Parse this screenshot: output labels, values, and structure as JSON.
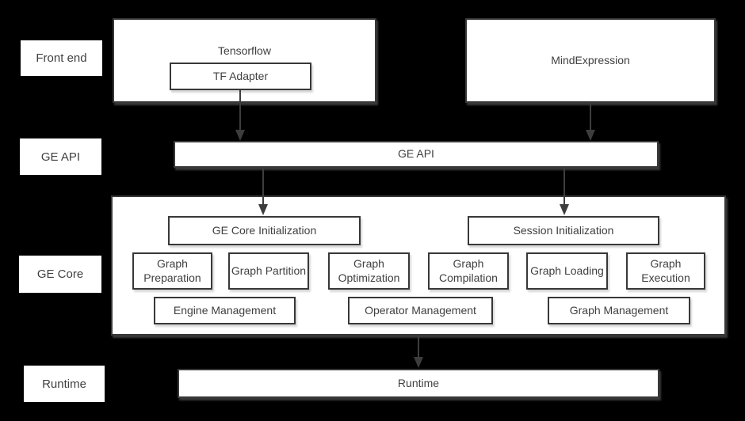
{
  "colors": {
    "background": "#000000",
    "box_fill": "#ffffff",
    "box_border": "#383838",
    "text": "#404040",
    "arrow": "#3d3d3d"
  },
  "side_labels": {
    "front_end": "Front end",
    "ge_api": "GE API",
    "ge_core": "GE Core",
    "runtime": "Runtime"
  },
  "front_end": {
    "tensorflow_label": "Tensorflow",
    "tf_adapter_label": "TF Adapter",
    "mind_expression_label": "MindExpression"
  },
  "ge_api": {
    "label": "GE API"
  },
  "ge_core": {
    "ge_core_initialization_label": "GE Core Initialization",
    "session_initialization_label": "Session Initialization",
    "modules": [
      "Graph Preparation",
      "Graph Partition",
      "Graph Optimization",
      "Graph Compilation",
      "Graph Loading",
      "Graph Execution"
    ],
    "management": [
      "Engine Management",
      "Operator Management",
      "Graph Management"
    ]
  },
  "runtime": {
    "label": "Runtime"
  }
}
